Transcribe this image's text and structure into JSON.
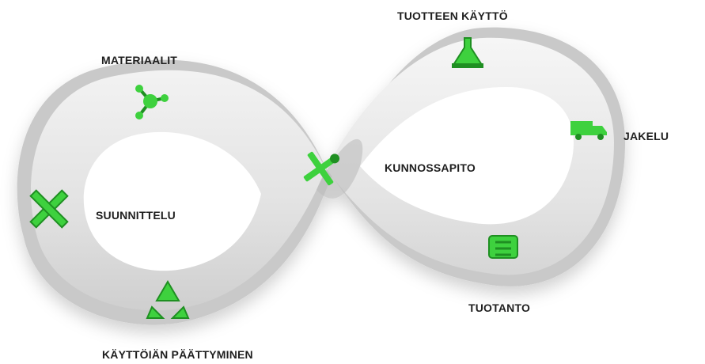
{
  "diagram": {
    "stages": [
      {
        "id": "materials",
        "label": "MATERIAALIT",
        "icon": "molecule-icon"
      },
      {
        "id": "use",
        "label": "TUOTTEEN KÄYTTÖ",
        "icon": "chemistry-flask-icon"
      },
      {
        "id": "distribution",
        "label": "JAKELU",
        "icon": "truck-icon"
      },
      {
        "id": "maintenance",
        "label": "KUNNOSSAPITO",
        "icon": "wrench-screwdriver-icon"
      },
      {
        "id": "design",
        "label": "SUUNNITTELU",
        "icon": "ruler-pencil-icon"
      },
      {
        "id": "production",
        "label": "TUOTANTO",
        "icon": "machine-icon"
      },
      {
        "id": "end_of_life",
        "label": "KÄYTTÖIÄN PÄÄTTYMINEN",
        "icon": "recycle-icon"
      }
    ],
    "colors": {
      "loop": "#e6e6e6",
      "loop_edge": "#bdbdbd",
      "icon_green": "#3ed13e",
      "icon_dark": "#1f8f22",
      "text": "#1f1f1f"
    }
  }
}
